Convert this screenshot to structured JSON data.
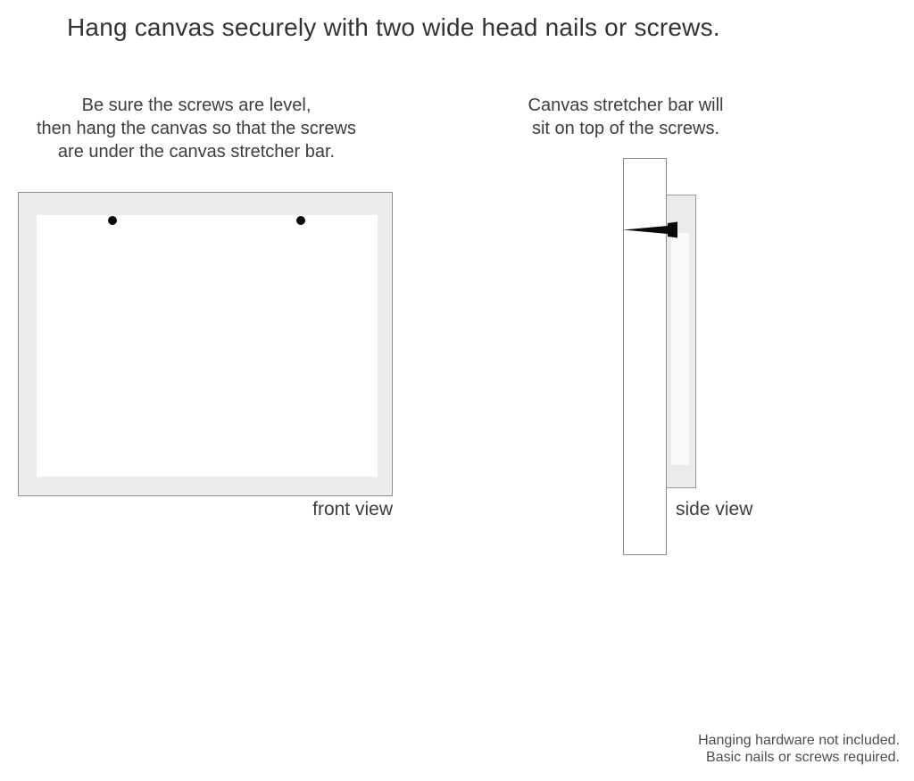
{
  "title": "Hang canvas securely with two wide head nails or screws.",
  "instructions": {
    "left": {
      "line1": "Be sure the screws are level,",
      "line2": "then hang the canvas so that the screws",
      "line3": "are under the canvas stretcher bar."
    },
    "right": {
      "line1": "Canvas stretcher bar will",
      "line2": "sit on top of the screws."
    }
  },
  "diagrams": {
    "front_view": {
      "label": "front view",
      "nail_count": 2,
      "frame_color": "#ececec",
      "canvas_color": "#ffffff",
      "border_color": "#8c8c8c",
      "nail_color": "#0a0a0a"
    },
    "side_view": {
      "label": "side view",
      "wall_color": "#ffffff",
      "canvas_edge_color": "#ebebeb",
      "border_color": "#8c8c8c",
      "nail_color": "#0a0a0a"
    }
  },
  "footer": {
    "line1": "Hanging hardware not included.",
    "line2": "Basic nails or screws required."
  }
}
